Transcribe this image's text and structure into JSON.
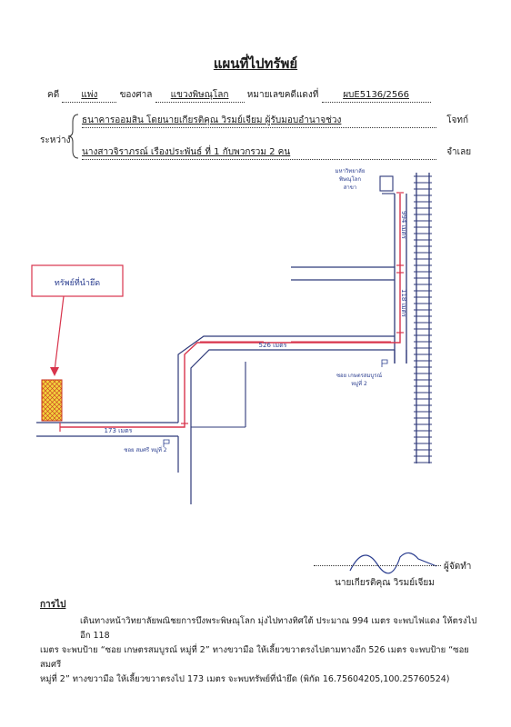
{
  "title": "แผนที่ไปทรัพย์",
  "case": {
    "case_label": "คดี",
    "case_type": "แพ่ง",
    "court_label": "ของศาล",
    "court": "แขวงพิษณุโลก",
    "number_label": "หมายเลขคดีแดงที่",
    "number": "ผบE5136/2566"
  },
  "parties": {
    "between_label": "ระหว่าง",
    "plaintiff": "ธนาคารออมสิน โดยนายเกียรติคุณ  วิรมย์เจียม ผู้รับมอบอำนาจช่วง",
    "plaintiff_role": "โจทก์",
    "defendant": "นางสาวจิราภรณ์  เรืองประพันธ์  ที่ 1 กับพวกรวม 2 คน",
    "defendant_role": "จำเลย"
  },
  "map": {
    "property_label": "ทรัพย์ที่นำยึด",
    "origin_note": [
      "มหาวิทยาลัย",
      "พิษณุโลก",
      "สาขา"
    ],
    "soi1_note": [
      "ซอย เกษตรสมบูรณ์",
      "หมู่ที่ 2"
    ],
    "soi2_note": "ซอย สมศรี หมู่ที่ 2",
    "distances": {
      "d994": "994 เมตร",
      "d118": "118 เมตร",
      "d526": "526 เมตร",
      "d173": "173 เมตร"
    }
  },
  "signature": {
    "role": "ผู้จัดทำ",
    "name": "นายเกียรติคุณ  วิรมย์เจียม"
  },
  "directions": {
    "heading": "การไป",
    "line1": "เดินทางหน้าวิทยาลัยพณิชยการบึงพระพิษณุโลก มุ่งไปทางทิศใต้ ประมาณ 994 เมตร จะพบไฟแดง ให้ตรงไปอีก 118",
    "line2": "เมตร จะพบป้าย “ซอย เกษตรสมบูรณ์ หมู่ที่ 2” ทางขวามือ ให้เลี้ยวขวาตรงไปตามทางอีก 526 เมตร จะพบป้าย “ซอย สมศรี",
    "line3": "หมู่ที่ 2” ทางขวามือ ให้เลี้ยวขวาตรงไป 173 เมตร   จะพบทรัพย์ที่นำยึด (พิกัด 16.75604205,100.25760524)"
  }
}
